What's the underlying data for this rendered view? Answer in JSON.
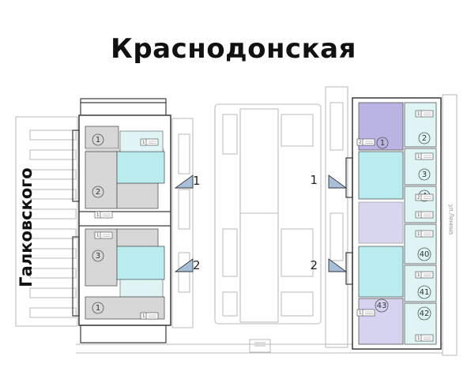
{
  "streets": {
    "top": "Краснодонская",
    "left": "Галковского",
    "right": "ул.Ленина"
  },
  "colors": {
    "gray_room": "#d7d7d7",
    "cyan_room": "#dff5f5",
    "cyan_core": "#b8ecef",
    "purple_room": "#b9b4e3",
    "lavender_room": "#d5d3f0",
    "wall": "#3a3a3a",
    "outline": "#b9b9b9"
  },
  "left_building": {
    "units": [
      {
        "num": "1",
        "color": "gray_room"
      },
      {
        "num": "2",
        "color": "gray_room"
      },
      {
        "num": "3",
        "color": "gray_room"
      },
      {
        "num": "1",
        "color": "gray_room"
      }
    ],
    "tags": [
      "1",
      "1",
      "1",
      "1"
    ]
  },
  "right_building": {
    "units": [
      {
        "num": "1",
        "color": "purple_room"
      },
      {
        "num": "2",
        "color": "cyan_room"
      },
      {
        "num": "3",
        "color": "cyan_room"
      },
      {
        "num": "4",
        "color": "cyan_room"
      },
      {
        "num": "40",
        "color": "cyan_room"
      },
      {
        "num": "41",
        "color": "cyan_room"
      },
      {
        "num": "42",
        "color": "cyan_room"
      },
      {
        "num": "43",
        "color": "lavender_room"
      }
    ],
    "tags": [
      "2",
      "1",
      "1",
      "1",
      "1",
      "1",
      "1",
      "1",
      "2"
    ]
  },
  "markers": [
    {
      "label": "1",
      "icon": "section-triangle-icon"
    },
    {
      "label": "2",
      "icon": "section-triangle-icon"
    },
    {
      "label": "1",
      "icon": "section-triangle-icon"
    },
    {
      "label": "2",
      "icon": "section-triangle-icon"
    }
  ]
}
